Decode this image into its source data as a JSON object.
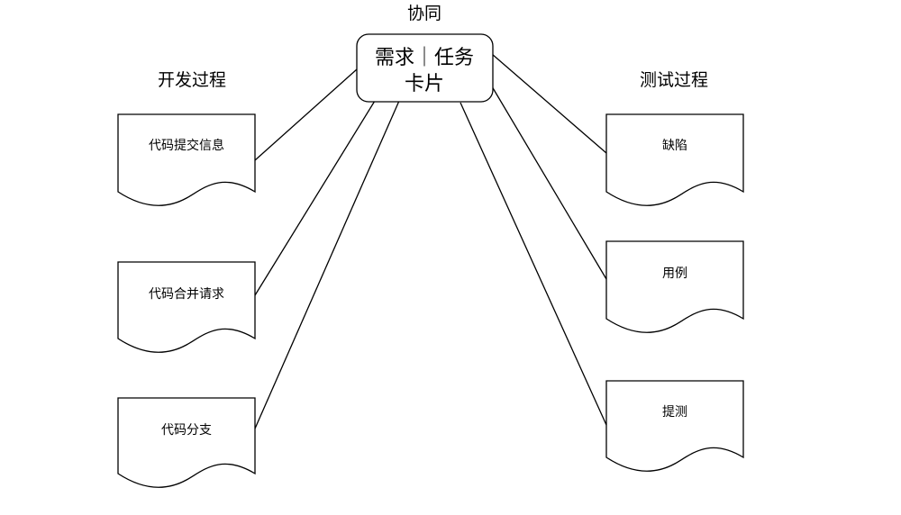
{
  "top_label": "协同",
  "center_box": {
    "line1": "需求｜任务",
    "line2": "卡片"
  },
  "sections": {
    "left_title": "开发过程",
    "right_title": "测试过程"
  },
  "left_docs": [
    {
      "label": "代码提交信息"
    },
    {
      "label": "代码合并请求"
    },
    {
      "label": "代码分支"
    }
  ],
  "right_docs": [
    {
      "label": "缺陷"
    },
    {
      "label": "用例"
    },
    {
      "label": "提测"
    }
  ]
}
